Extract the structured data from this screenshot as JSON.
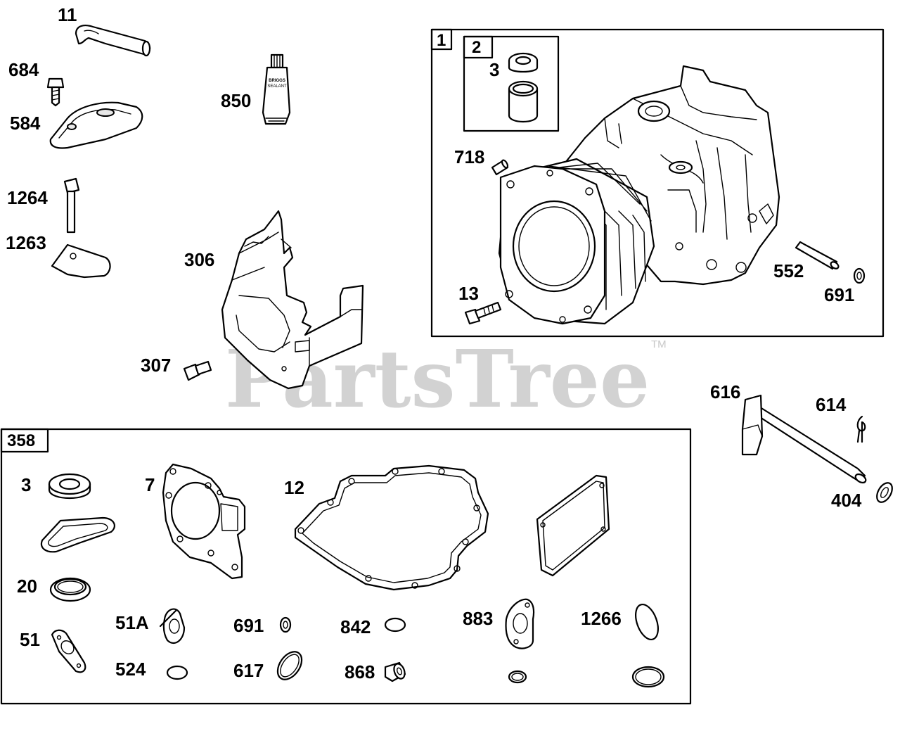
{
  "watermark": {
    "text": "PartsTree",
    "trademark": "TM"
  },
  "top_labels": {
    "p11": "11",
    "p684": "684",
    "p584": "584",
    "p850": "850",
    "p1264": "1264",
    "p1263": "1263",
    "p306": "306",
    "p307": "307",
    "p616": "616",
    "p614": "614",
    "p404": "404"
  },
  "tube_text": {
    "line1": "BRIGGS",
    "line2": "SEALANT"
  },
  "cylinder_box": {
    "title": "1",
    "sub_title": "2",
    "labels": {
      "p3": "3",
      "p718": "718",
      "p13": "13",
      "p552": "552",
      "p691": "691"
    }
  },
  "gasket_box": {
    "title": "358",
    "labels": {
      "p3": "3",
      "p7": "7",
      "p12": "12",
      "p20": "20",
      "p51": "51",
      "p51A": "51A",
      "p524": "524",
      "p691": "691",
      "p617": "617",
      "p842": "842",
      "p868": "868",
      "p883": "883",
      "p1266": "1266"
    }
  }
}
